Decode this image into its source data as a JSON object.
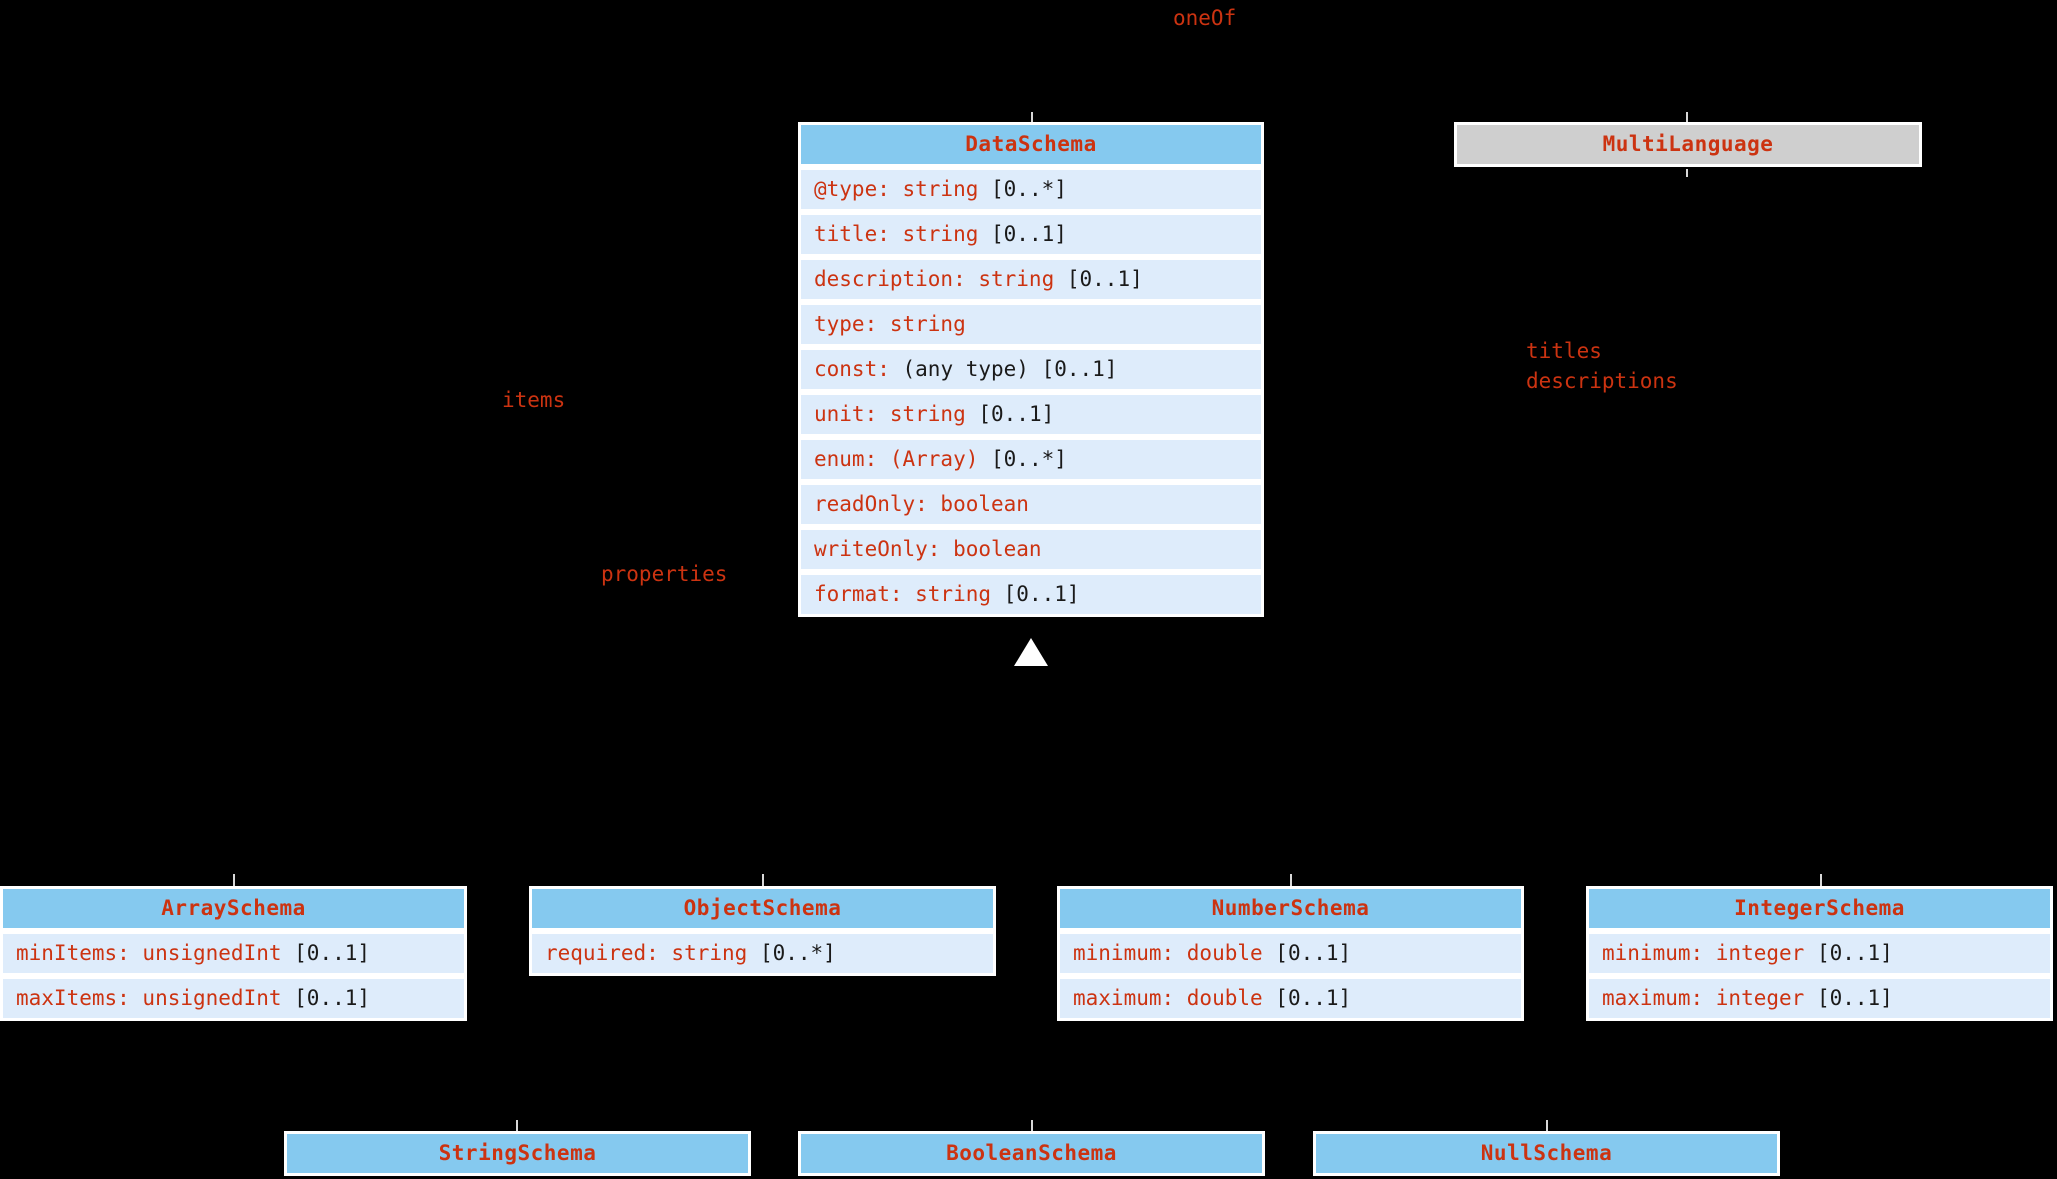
{
  "diagram": {
    "title": "DataSchema UML class diagram",
    "background_color": "#000000",
    "class_header_color": "#85c9ef",
    "class_header_color_external": "#cfcfcf",
    "attribute_row_color": "#deecfb",
    "text_color": "#cc3311",
    "multiplicity_color": "#1a1a1a"
  },
  "edge_labels": [
    {
      "name": "oneOf",
      "text": "oneOf"
    },
    {
      "name": "items",
      "text": "items"
    },
    {
      "name": "properties",
      "text": "properties"
    },
    {
      "name": "titles",
      "text": "titles"
    },
    {
      "name": "descriptions",
      "text": "descriptions"
    }
  ],
  "classes": {
    "dataschema": {
      "name": "DataSchema",
      "attributes": [
        {
          "label": "@type: string ",
          "mult": "[0..*]"
        },
        {
          "label": "title: string ",
          "mult": "[0..1]"
        },
        {
          "label": "description: string ",
          "mult": "[0..1]"
        },
        {
          "label": "type: string",
          "mult": ""
        },
        {
          "label": "const: ",
          "any": "(any type) ",
          "mult": "[0..1]"
        },
        {
          "label": "unit: string ",
          "mult": "[0..1]"
        },
        {
          "label": "enum: (Array) ",
          "mult": "[0..*]"
        },
        {
          "label": "readOnly: boolean",
          "mult": ""
        },
        {
          "label": "writeOnly: boolean",
          "mult": ""
        },
        {
          "label": "format: string ",
          "mult": "[0..1]"
        }
      ]
    },
    "multilanguage": {
      "name": "MultiLanguage",
      "attributes": []
    },
    "arrayschema": {
      "name": "ArraySchema",
      "attributes": [
        {
          "label": "minItems: unsignedInt ",
          "mult": "[0..1]"
        },
        {
          "label": "maxItems: unsignedInt ",
          "mult": "[0..1]"
        }
      ]
    },
    "objectschema": {
      "name": "ObjectSchema",
      "attributes": [
        {
          "label": "required: string ",
          "mult": "[0..*]"
        }
      ]
    },
    "numberschema": {
      "name": "NumberSchema",
      "attributes": [
        {
          "label": "minimum: double ",
          "mult": "[0..1]"
        },
        {
          "label": "maximum: double ",
          "mult": "[0..1]"
        }
      ]
    },
    "integerschema": {
      "name": "IntegerSchema",
      "attributes": [
        {
          "label": "minimum: integer ",
          "mult": "[0..1]"
        },
        {
          "label": "maximum: integer ",
          "mult": "[0..1]"
        }
      ]
    },
    "stringschema": {
      "name": "StringSchema",
      "attributes": []
    },
    "booleanschema": {
      "name": "BooleanSchema",
      "attributes": []
    },
    "nullschema": {
      "name": "NullSchema",
      "attributes": []
    }
  }
}
